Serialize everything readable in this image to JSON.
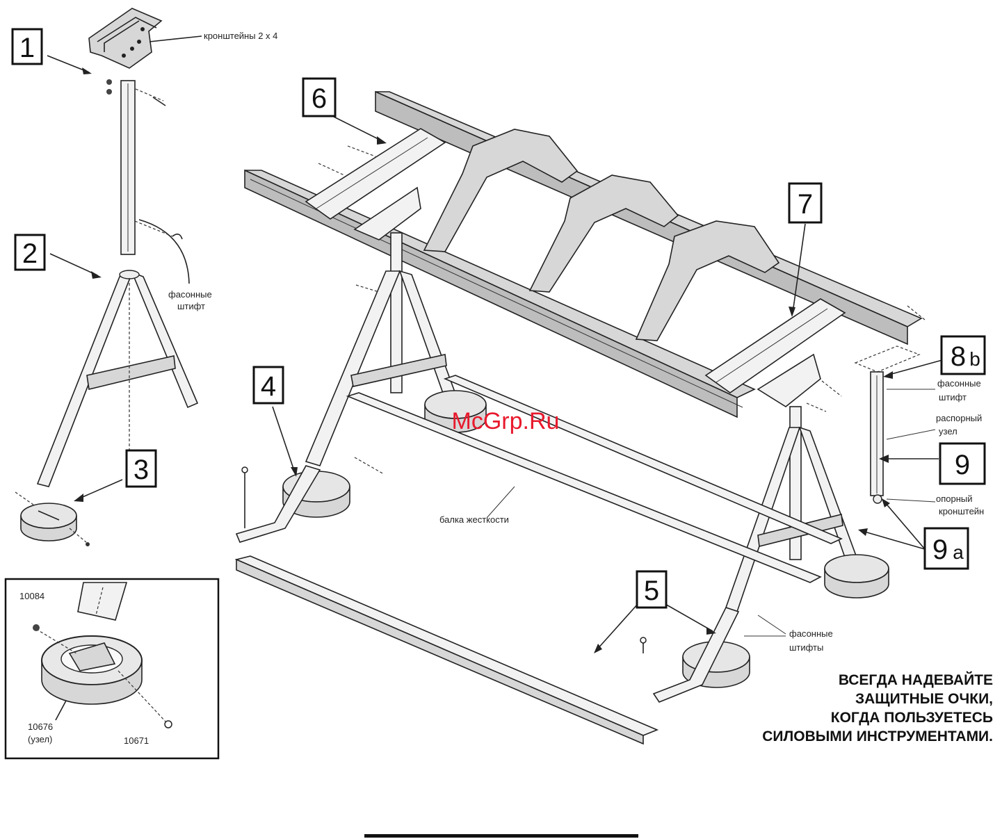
{
  "callouts": {
    "n1": "1",
    "n2": "2",
    "n3": "3",
    "n4": "4",
    "n5": "5",
    "n6": "6",
    "n7": "7",
    "n8": "8",
    "n8_sub": "b",
    "n9": "9",
    "n9a": "9",
    "n9a_sub": "a"
  },
  "labels": {
    "brackets": "кронштейны 2 х 4",
    "shaped_pins_1a": "фасонные",
    "shaped_pins_1b": "штифт",
    "shaped_pins_2a": "фасонные",
    "shaped_pins_2b": "штифт",
    "spacer_a": "распорный",
    "spacer_b": "узел",
    "support_bracket_a": "опорный",
    "support_bracket_b": "кронштейн",
    "stiffener_beam": "балка жесткости",
    "shaped_pins_3a": "фасонные",
    "shaped_pins_3b": "штифты"
  },
  "inset": {
    "part_a": "10084",
    "part_b": "10676",
    "part_b_note": "(узел)",
    "part_c": "10671"
  },
  "warning": {
    "line1": "ВСЕГДА НАДЕВАЙТЕ",
    "line2": "ЗАЩИТНЫЕ ОЧКИ,",
    "line3": "КОГДА ПОЛЬЗУЕТЕСЬ",
    "line4": "СИЛОВЫМИ ИНСТРУМЕНТАМИ."
  },
  "watermark": "McGrp.Ru",
  "colors": {
    "watermark": "#e8192c",
    "line": "#222222",
    "part_fill": "#d7d7d7"
  }
}
